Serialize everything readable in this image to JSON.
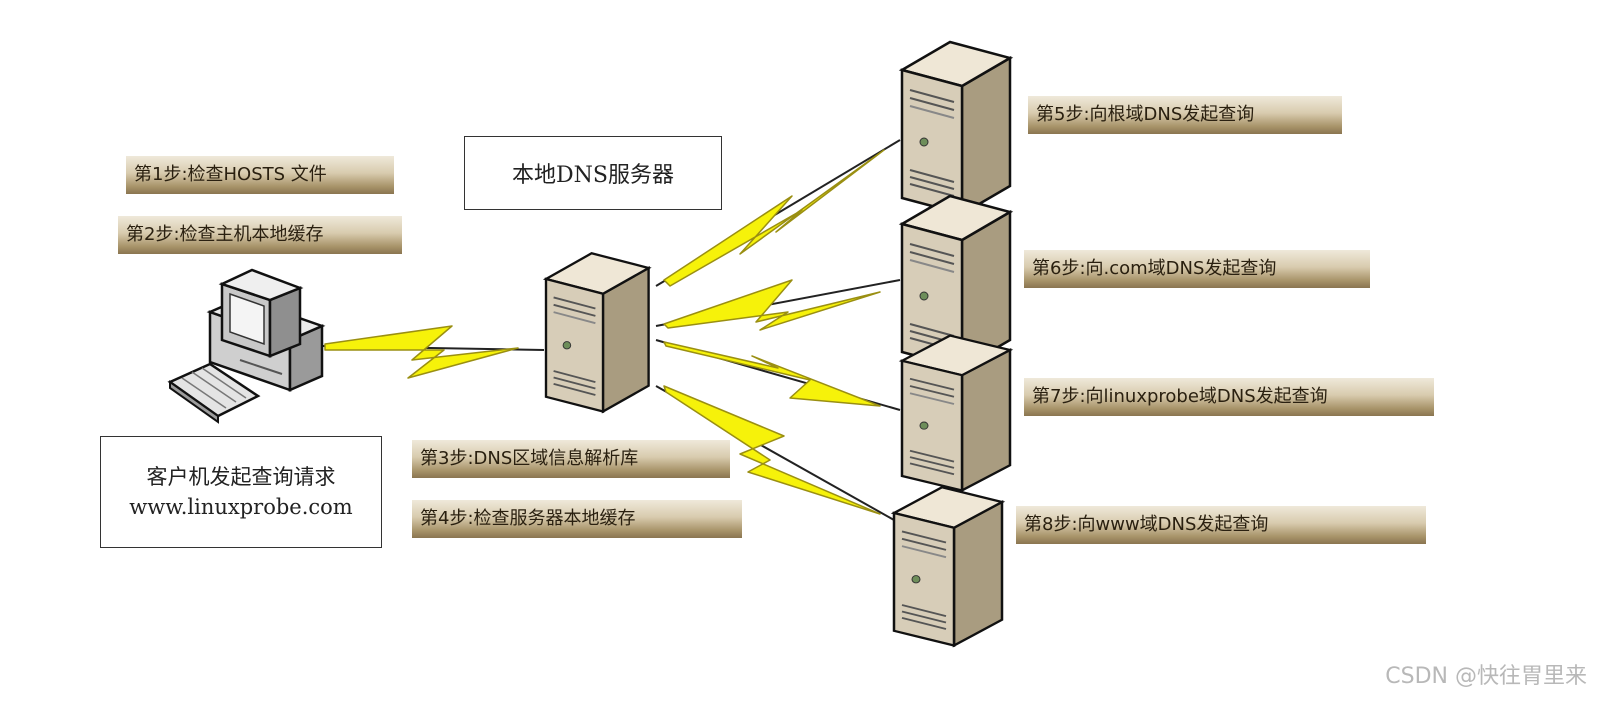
{
  "colors": {
    "bolt_fill": "#f6f20a",
    "bolt_stroke": "#9a8f12",
    "server_face": "#d7cdb8",
    "server_side": "#a99c80",
    "step_label_dark": "#8a7550"
  },
  "local_dns_label": "本地DNS服务器",
  "client": {
    "line1": "客户机发起查询请求",
    "line2": "www.linuxprobe.com"
  },
  "steps": {
    "s1": "第1步:检查HOSTS 文件",
    "s2": "第2步:检查主机本地缓存",
    "s3": "第3步:DNS区域信息解析库",
    "s4": "第4步:检查服务器本地缓存",
    "s5": "第5步:向根域DNS发起查询",
    "s6": "第6步:向.com域DNS发起查询",
    "s7": "第7步:向linuxprobe域DNS发起查询",
    "s8": "第8步:向www域DNS发起查询"
  },
  "icons": [
    "client-computer-icon",
    "local-dns-server-icon",
    "server-icon",
    "lightning-link-icon"
  ],
  "watermark": "CSDN @快往胃里来"
}
